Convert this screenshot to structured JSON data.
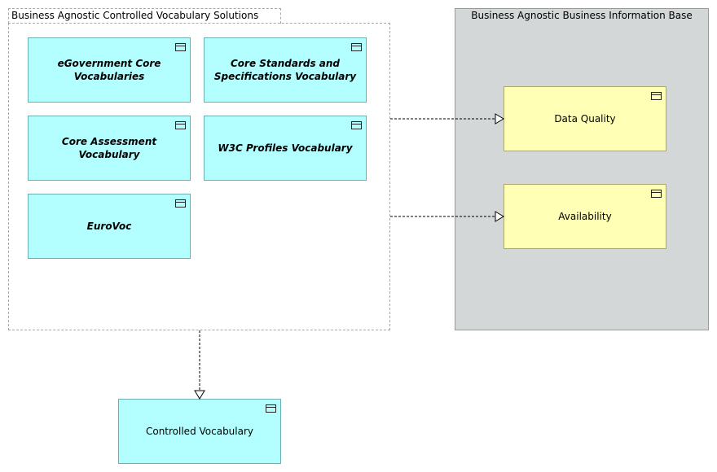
{
  "group": {
    "title": "Business Agnostic Controlled Vocabulary Solutions",
    "items": [
      "eGovernment Core Vocabularies",
      "Core Standards and Specifications Vocabulary",
      "Core Assessment Vocabulary",
      "W3C Profiles Vocabulary",
      "EuroVoc"
    ]
  },
  "info_base": {
    "title": "Business Agnostic Business Information Base",
    "items": [
      "Data Quality",
      "Availability"
    ]
  },
  "target": {
    "label": "Controlled Vocabulary"
  },
  "colors": {
    "cyan_fill": "#b3ffff",
    "yellow_fill": "#ffffb5",
    "grey_container": "#d3d7d8"
  },
  "icons": {
    "element_icon": "business-object-icon"
  }
}
